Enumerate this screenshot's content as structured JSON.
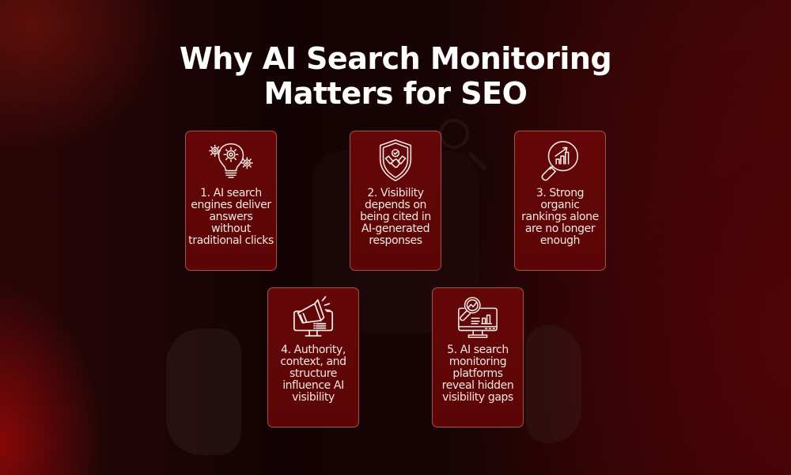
{
  "title": {
    "line1": "Why AI Search Monitoring",
    "line2": "Matters for SEO"
  },
  "colors": {
    "background_dark": "#140304",
    "background_accent": "#960808",
    "card_fill": "#620607",
    "card_border": "#d29690",
    "text_white": "#ffffff",
    "card_text": "#f4e6e3"
  },
  "cards": [
    {
      "number": "1",
      "icon": "lightbulb-gears-icon",
      "text": "1. AI search engines deliver answers without traditional clicks"
    },
    {
      "number": "2",
      "icon": "shield-handshake-icon",
      "text": "2. Visibility depends on being cited in AI-generated responses"
    },
    {
      "number": "3",
      "icon": "magnifier-chart-icon",
      "text": "3. Strong organic rankings alone are no longer enough"
    },
    {
      "number": "4",
      "icon": "megaphone-monitor-icon",
      "text": "4. Authority, context, and structure influence AI visibility"
    },
    {
      "number": "5",
      "icon": "monitor-analytics-icon",
      "text": "5. AI search monitoring platforms reveal hidden visibility gaps"
    }
  ]
}
